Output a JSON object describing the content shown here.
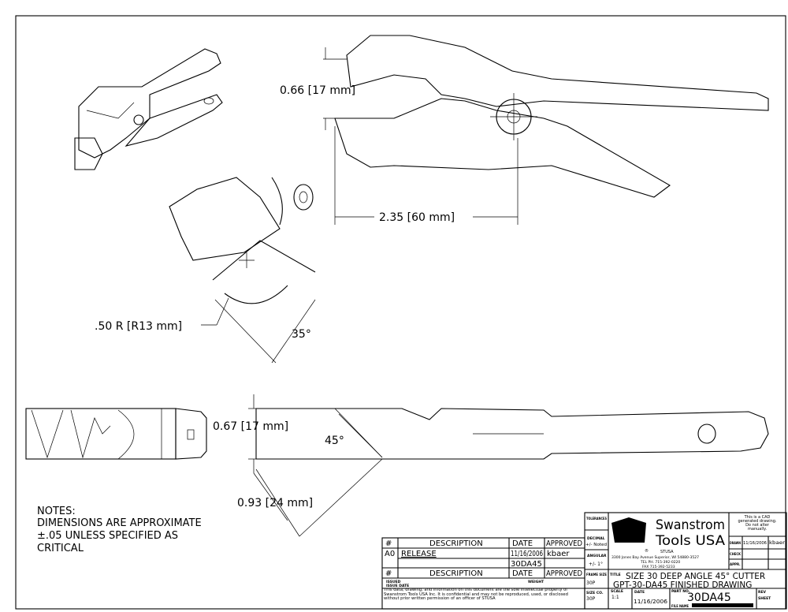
{
  "dimensions": {
    "jaw_opening": "0.66 [17 mm]",
    "jaw_length": "2.35 [60 mm]",
    "radius": ".50 R [R13 mm]",
    "angle_35": "35°",
    "thickness": "0.67 [17 mm]",
    "angle_45": "45°",
    "bevel_width": "0.93 [24 mm]"
  },
  "notes": {
    "heading": "NOTES:",
    "lines": [
      "DIMENSIONS ARE APPROXIMATE",
      "±.05 UNLESS SPECIFIED AS",
      "CRITICAL"
    ]
  },
  "revision_table": {
    "headers": [
      "#",
      "DESCRIPTION",
      "DATE",
      "APPROVED"
    ],
    "rows": [
      {
        "num": "A0",
        "description": "RELEASE",
        "date": "11/16/2006",
        "approved": "kbaer"
      },
      {
        "num": "",
        "description": "",
        "date": "30DA45",
        "approved": ""
      }
    ],
    "issued_label": "ISSUED",
    "issue_date_label": "ISSUE DATE",
    "weight_label": "WEIGHT",
    "confidentiality": "This data, drawing, and information on this document are the sole intellectual property of Swanstrom Tools USA Inc. It is confidential and may not be reproduced, used, or disclosed without prior written permission of an officer of STUSA"
  },
  "title_block": {
    "tolerances_label": "TOLERANCES",
    "decimal_label": "DECIMAL",
    "decimal_value": "+/- Noted",
    "angular_label": "ANGULAR",
    "angular_value": "+/- 1°",
    "frame_size_label": "FRAME SIZE",
    "frame_size_value": "30P",
    "company_line1": "Swanstrom",
    "company_line2": "Tools USA",
    "registered": "®",
    "company_abbr": "STUSA",
    "address": "3300 Jones Bay Avenue Superior, WI 54880-3527",
    "phone": "TEL PH. 715-392-0220",
    "fax": "FAX 715-392-5233",
    "cad_notice": [
      "This is a CAD",
      "generated drawing.",
      "Do not alter",
      "manually."
    ],
    "drawn_label": "DRAWN",
    "drawn_date": "11/16/2006",
    "drawn_by": "kbaer",
    "check_label": "CHECK",
    "appr_label": "APPR.",
    "title_label": "TITLE",
    "title_line1": "SIZE 30 DEEP ANGLE 45°  CUTTER",
    "title_line2": "GPT-30-DA45 FINISHED DRAWING",
    "size_label": "SIZE CO.",
    "size_value": "30P",
    "scale_label": "SCALE",
    "scale_value": "1:1",
    "date_label": "DATE",
    "date_value": "11/16/2006",
    "part_no_label": "PART NO.",
    "part_no": "30DA45",
    "file_name_label": "FILE NAME",
    "rev_label": "REV",
    "sheet_label": "SHEET"
  }
}
